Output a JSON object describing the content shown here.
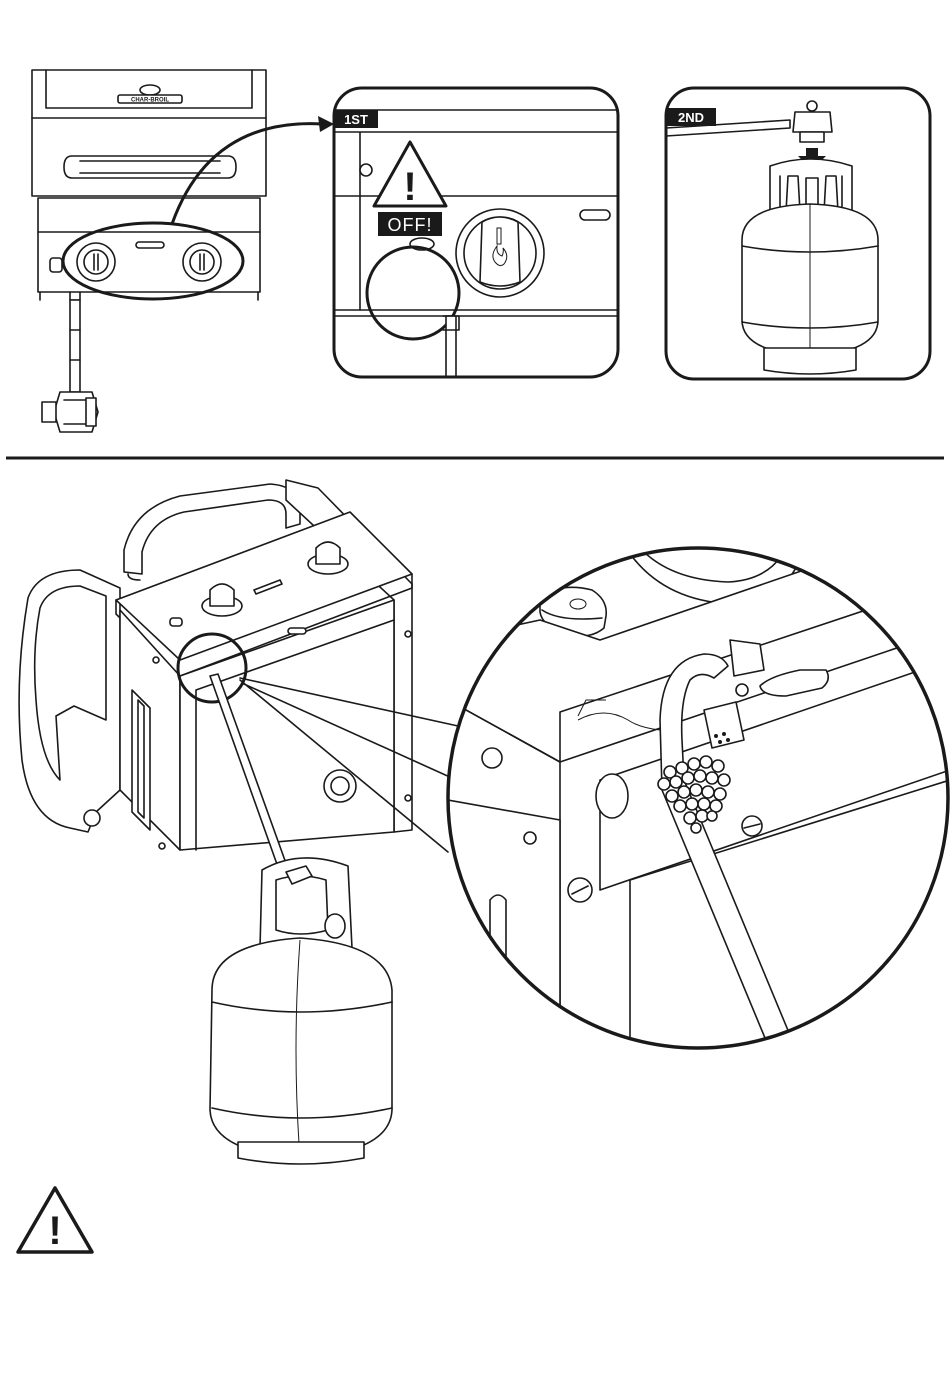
{
  "panels": {
    "step1": {
      "tag": "1ST",
      "warning_label": "OFF!",
      "warning_symbol": "!"
    },
    "step2": {
      "tag": "2ND"
    }
  },
  "grill_brand": "CHAR-BROIL",
  "bottom_warning_symbol": "!",
  "colors": {
    "ink": "#1a1a1a",
    "paper": "#ffffff",
    "tag_bg": "#1a1a1a"
  }
}
